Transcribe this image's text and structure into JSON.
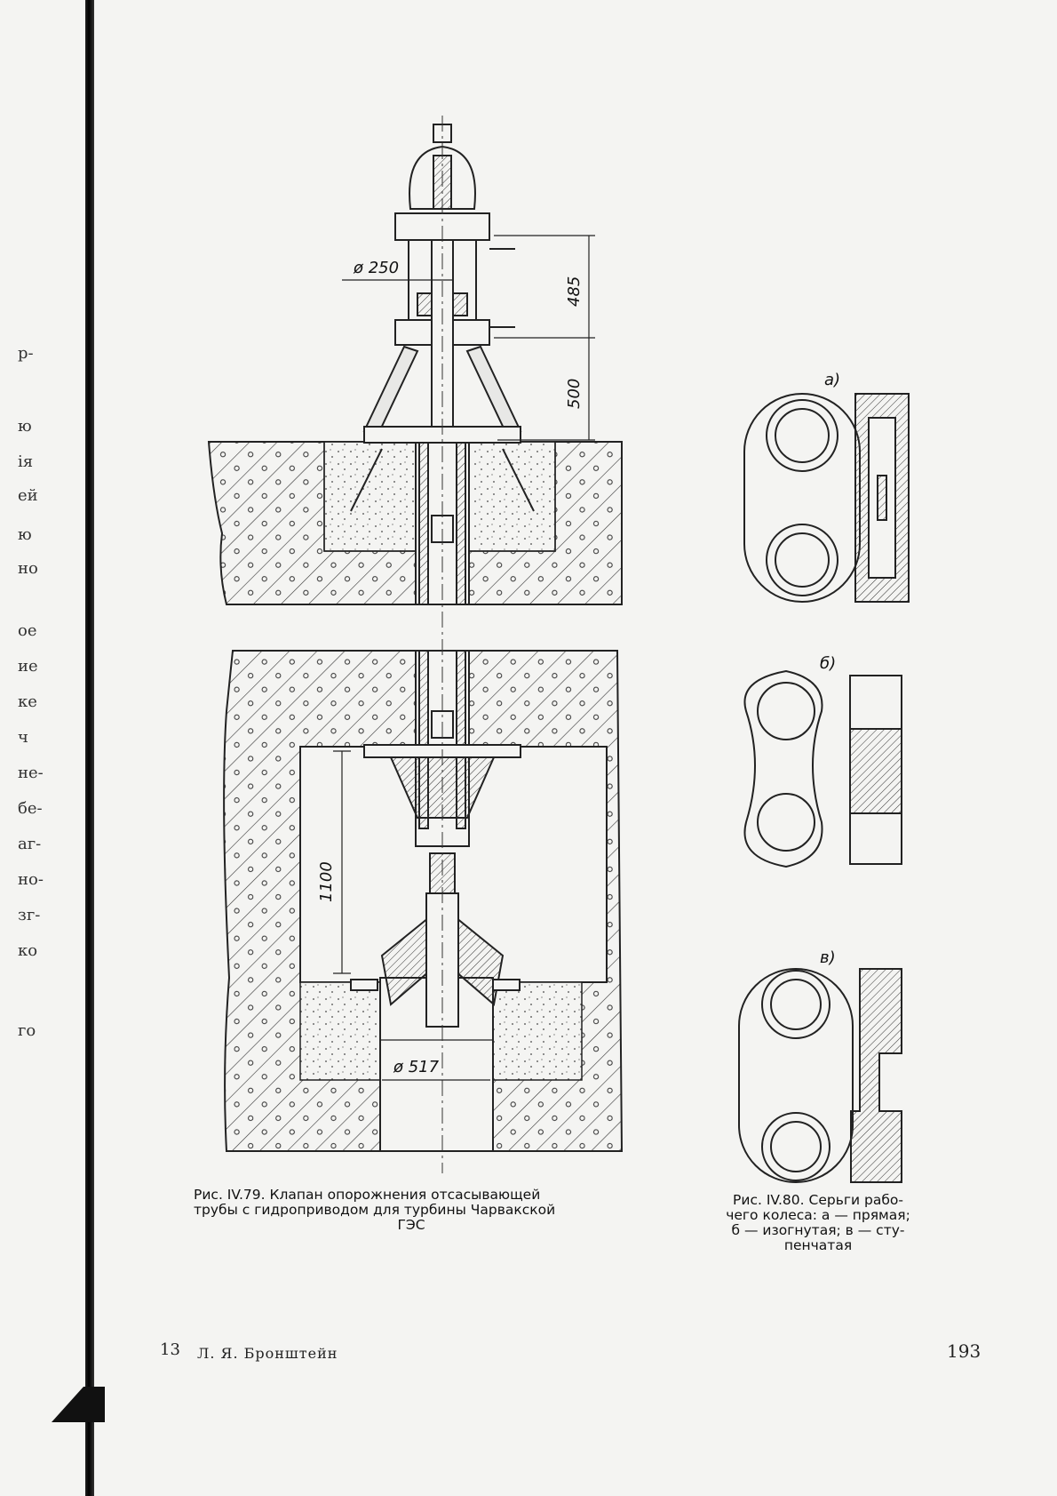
{
  "margin_fragments": [
    "р-",
    "ю",
    "ія",
    "ей",
    "ю",
    "но",
    "ое",
    "ие",
    "ке",
    "ч",
    "не-",
    "бе-",
    "аг-",
    "но-",
    "зг-",
    "ко",
    "го"
  ],
  "figure_79": {
    "dim_pipe": "ø 250",
    "dim_upper": "485",
    "dim_lower": "500",
    "dim_chamber": "1100",
    "dim_outlet": "ø 517",
    "caption_line1": "Рис. IV.79. Клапан опорожнения отсасывающей",
    "caption_line2": "трубы с гидроприводом для турбины Чарвакской",
    "caption_line3": "ГЭС"
  },
  "figure_80": {
    "label_a": "а)",
    "label_b": "б)",
    "label_c": "в)",
    "caption_line1": "Рис. IV.80. Серьги рабо-",
    "caption_line2": "чего колеса: а — прямая;",
    "caption_line3": "б — изогнутая; в — сту-",
    "caption_line4": "пенчатая"
  },
  "footer": {
    "sheet_number": "13",
    "author": "Л. Я. Бронштейн",
    "page_number": "193"
  }
}
